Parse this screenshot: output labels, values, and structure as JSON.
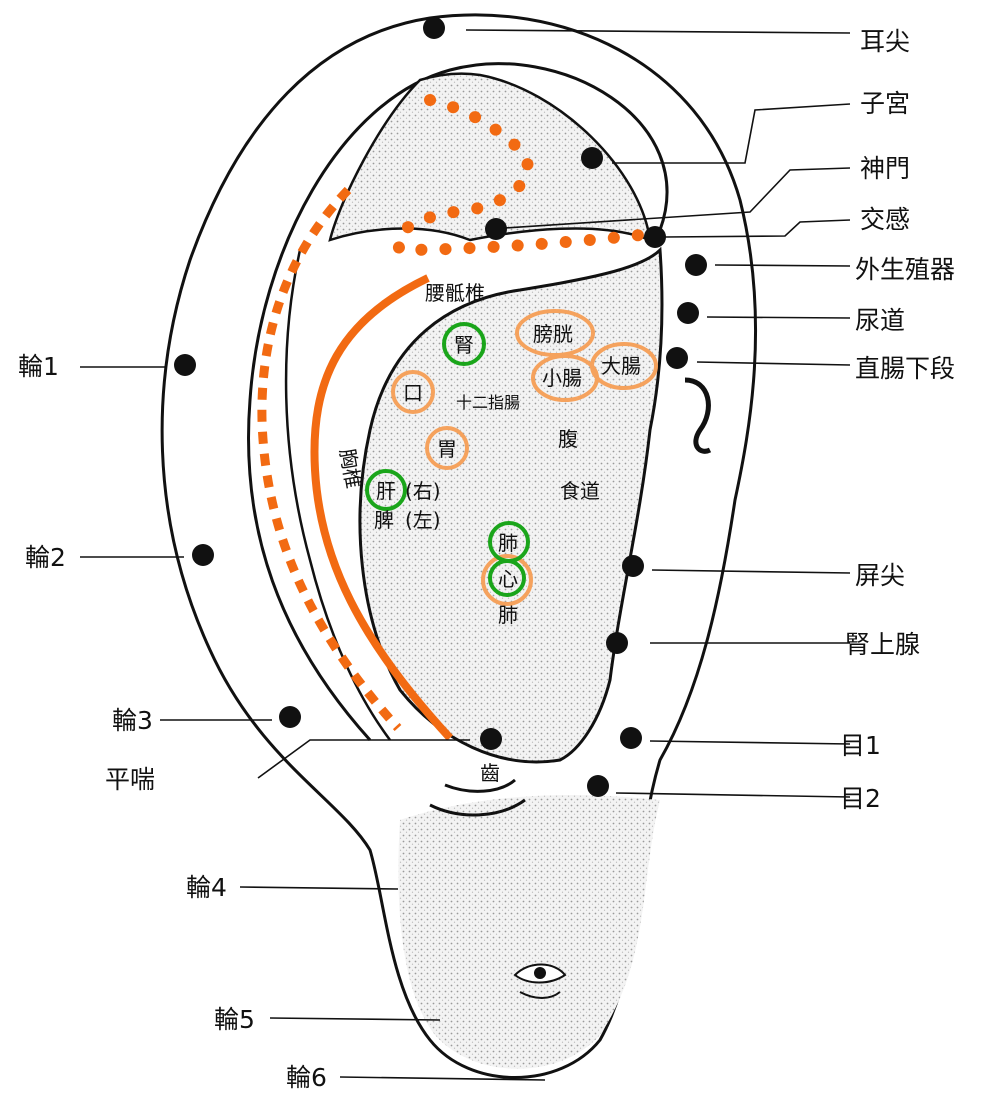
{
  "right_labels": {
    "ear_apex": "耳尖",
    "uterus": "子宮",
    "shenmen": "神門",
    "sympathetic": "交感",
    "external_genitalia": "外生殖器",
    "urethra": "尿道",
    "lower_rectum": "直腸下段",
    "tragus_apex": "屏尖",
    "adrenal": "腎上腺",
    "eye1": "目1",
    "eye2": "目2"
  },
  "left_labels": {
    "helix1": "輪1",
    "helix2": "輪2",
    "helix3": "輪3",
    "pingchuan": "平喘",
    "helix4": "輪4",
    "helix5": "輪5",
    "helix6": "輪6"
  },
  "inner_labels": {
    "lumbosacral": "腰骶椎",
    "bladder": "膀胱",
    "kidney": "腎",
    "small_intestine": "小腸",
    "large_intestine": "大腸",
    "abdomen": "腹",
    "duodenum": "十二指腸",
    "thoracic": "胸椎",
    "stomach": "胃",
    "mouth": "口",
    "esophagus": "食道",
    "liver": "肝",
    "right": "(右)",
    "spleen": "脾",
    "left": "(左)",
    "lung_upper": "肺",
    "heart": "心",
    "lung_lower": "肺",
    "teeth": "齒"
  },
  "colors": {
    "orange_highlight": "#f5a25d",
    "green_highlight": "#1aa51a",
    "meridian_orange": "#f26a12",
    "ink": "#111111",
    "stipple": "#e6e6e6"
  }
}
